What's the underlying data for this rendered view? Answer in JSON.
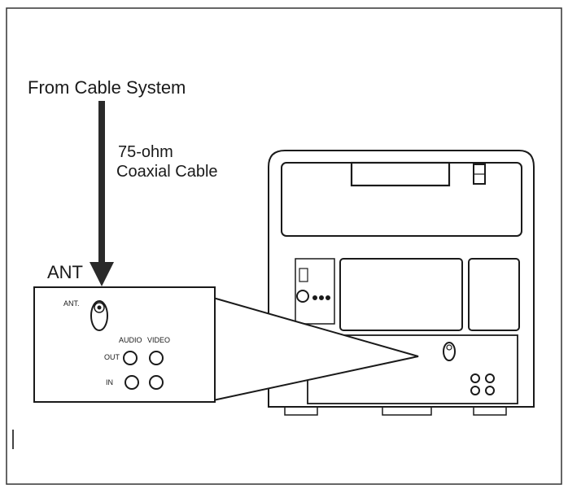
{
  "labels": {
    "from_cable_system": "From Cable System",
    "ohm": "75-ohm",
    "coaxial_cable": "Coaxial Cable",
    "ant": "ANT",
    "ant_small": "ANT.",
    "audio": "AUDIO",
    "video": "VIDEO",
    "out": "OUT",
    "in": "IN"
  },
  "colors": {
    "line": "#1a1a1a",
    "arrow": "#2a2a2a",
    "background": "#ffffff",
    "panel_fill": "#ffffff"
  },
  "icons": [
    "down-arrow-icon",
    "ant-jack-icon",
    "rca-jack-icon"
  ]
}
